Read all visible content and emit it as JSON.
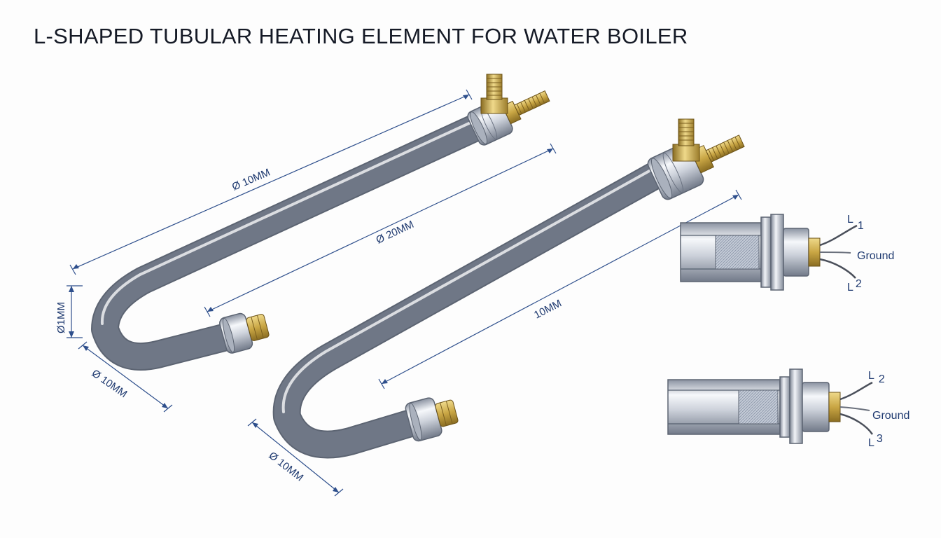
{
  "title": "L-SHAPED TUBULAR HEATING ELEMENT FOR WATER BOILER",
  "dimensions": {
    "elem1_top": "Ø 10MM",
    "elem1_mid": "Ø 20MM",
    "elem1_left": "Ø1MM",
    "elem1_bottom": "Ø 10MM",
    "elem2_length": "10MM",
    "elem2_bottom": "Ø 10MM"
  },
  "detail_top": {
    "label_top": "L",
    "label_top_sub": "1",
    "label_ground": "Ground",
    "label_bottom": "L",
    "label_bottom_sub": "2"
  },
  "detail_bottom": {
    "label_top": "L",
    "label_top_sub": "2",
    "label_ground": "Ground",
    "label_bottom": "L",
    "label_bottom_sub": "3"
  },
  "colors": {
    "steel": "#c9ced8",
    "steel_dark": "#7d8594",
    "brass": "#c9a644",
    "dimension": "#2e4f8c",
    "title": "#151a26"
  }
}
